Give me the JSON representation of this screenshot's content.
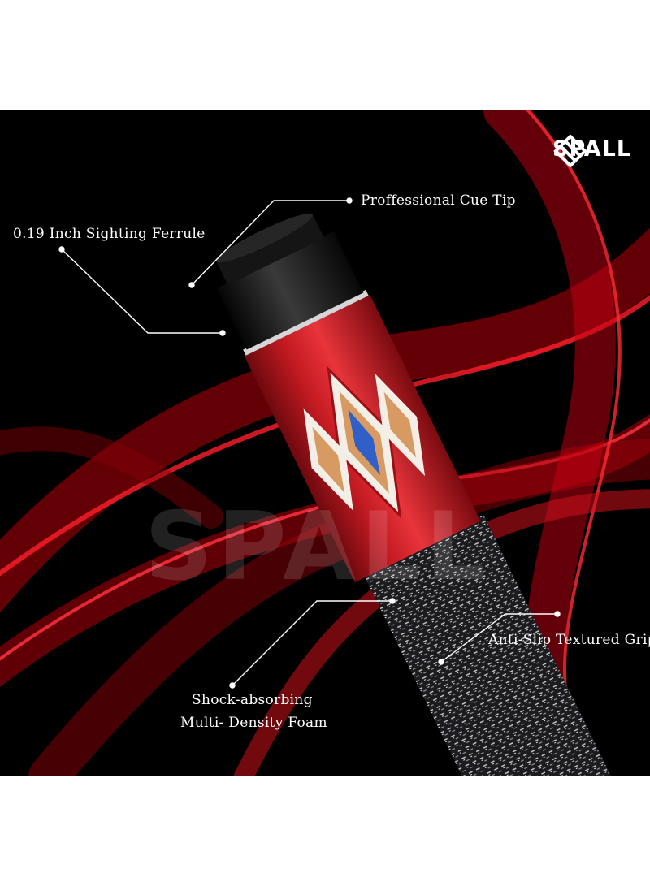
{
  "brand": {
    "name": "SPALL",
    "watermark": "SPALL"
  },
  "callouts": {
    "tip": "Proffessional Cue Tip",
    "ferrule": "0.19 Inch Sighting Ferrule",
    "grip": "Anti-Slip Textured Grip",
    "foam_line1": "Shock-absorbing",
    "foam_line2": "Multi- Density Foam"
  },
  "colors": {
    "background": "#000000",
    "accent_red": "#c8101a",
    "text": "#ffffff"
  },
  "icons": {
    "logo": "spall-diamond-logo-icon"
  }
}
